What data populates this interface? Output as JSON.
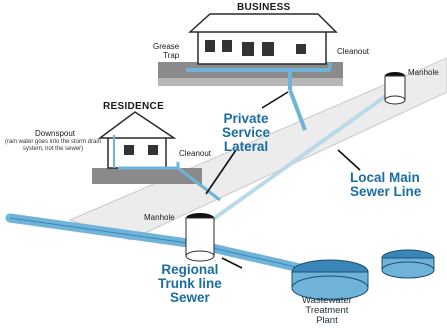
{
  "colors": {
    "pipe": "#6fb3d8",
    "pipe_dark": "#3a86b8",
    "street": "#ececec",
    "ground": "#8a8a8a",
    "building_fill": "#ffffff",
    "outline": "#2a2a2a",
    "label_blue": "#1b6ea0"
  },
  "labels": {
    "business": "BUSINESS",
    "residence": "RESIDENCE",
    "grease_trap": [
      "Grease",
      "Trap"
    ],
    "cleanout_business": "Cleanout",
    "cleanout_residence": "Cleanout",
    "downspout": "Downspout",
    "downspout_note": "(rain water goes into the storm drain system, not the sewer)",
    "manhole_upper": "Manhole",
    "manhole_lower": "Manhole",
    "private_lateral": [
      "Private",
      "Service",
      "Lateral"
    ],
    "local_main": [
      "Local Main",
      "Sewer Line"
    ],
    "regional_trunk": [
      "Regional",
      "Trunk line",
      "Sewer"
    ],
    "treatment_plant": [
      "Wastewater",
      "Treatment",
      "Plant"
    ]
  }
}
